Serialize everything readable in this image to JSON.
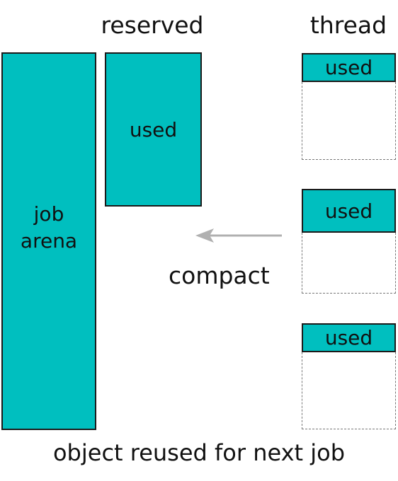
{
  "colors": {
    "fill": "#00bfbf",
    "arrow": "#b0b0b0"
  },
  "headers": {
    "reserved": "reserved",
    "thread": "thread"
  },
  "job_arena": {
    "line1": "job",
    "line2": "arena"
  },
  "reserved_block": {
    "label": "used"
  },
  "thread_blocks": [
    {
      "label": "used"
    },
    {
      "label": "used"
    },
    {
      "label": "used"
    }
  ],
  "arrow": {
    "label": "compact",
    "direction": "left"
  },
  "caption": "object reused for next job"
}
